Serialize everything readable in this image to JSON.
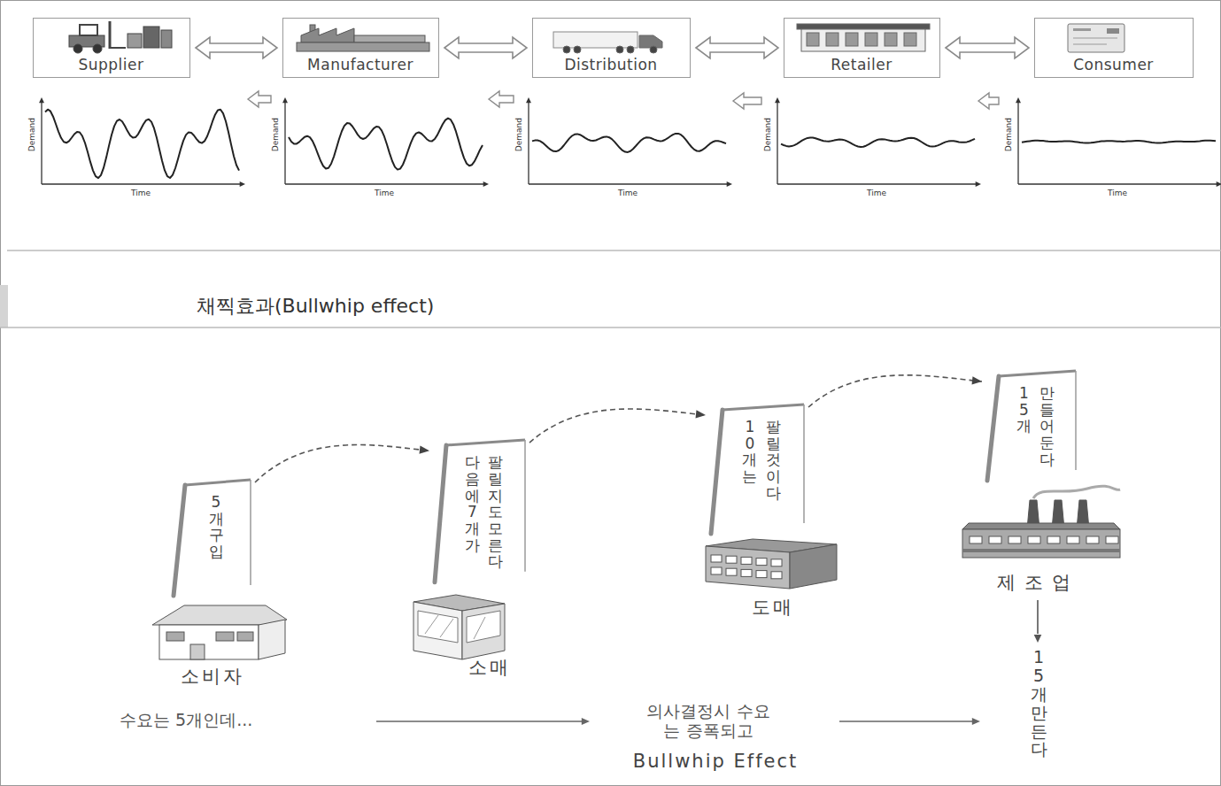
{
  "diagram": {
    "caption": "채찍효과(Bullwhip effect)",
    "nodes": [
      {
        "text": [
          "Supplier"
        ]
      },
      {
        "text": [
          "Manufacturer"
        ]
      },
      {
        "text": [
          "Distribution"
        ]
      },
      {
        "text": [
          "Retailer"
        ]
      },
      {
        "text": [
          "Consumer"
        ]
      },
      {
        "text": [
          "5개 구입"
        ]
      },
      {
        "text": [
          "다음에 7개가 팔릴지도 모른다"
        ]
      },
      {
        "text": [
          "10개는 팔릴것이다"
        ]
      },
      {
        "text": [
          "15개 만들어둔다"
        ]
      }
    ],
    "edges": [
      {
        "from": 0,
        "to": 1,
        "arrow": "both"
      },
      {
        "from": 1,
        "to": 2,
        "arrow": "both"
      },
      {
        "from": 2,
        "to": 3,
        "arrow": "both"
      },
      {
        "from": 3,
        "to": 4,
        "arrow": "both"
      },
      {
        "from": 5,
        "to": 6,
        "arrow": "to"
      },
      {
        "from": 6,
        "to": 7,
        "arrow": "to"
      },
      {
        "from": 7,
        "to": 8,
        "arrow": "to"
      }
    ],
    "labels": [
      "Demand",
      "Time",
      "Demand",
      "Time",
      "Demand",
      "Time",
      "Demand",
      "Time",
      "Demand",
      "Time",
      "소비자",
      "소매",
      "도매",
      "제조업",
      "수요는 5개인데...",
      "의사결정시 수요는 증폭되고",
      "15개 만든다",
      "Bullwhip Effect"
    ]
  }
}
